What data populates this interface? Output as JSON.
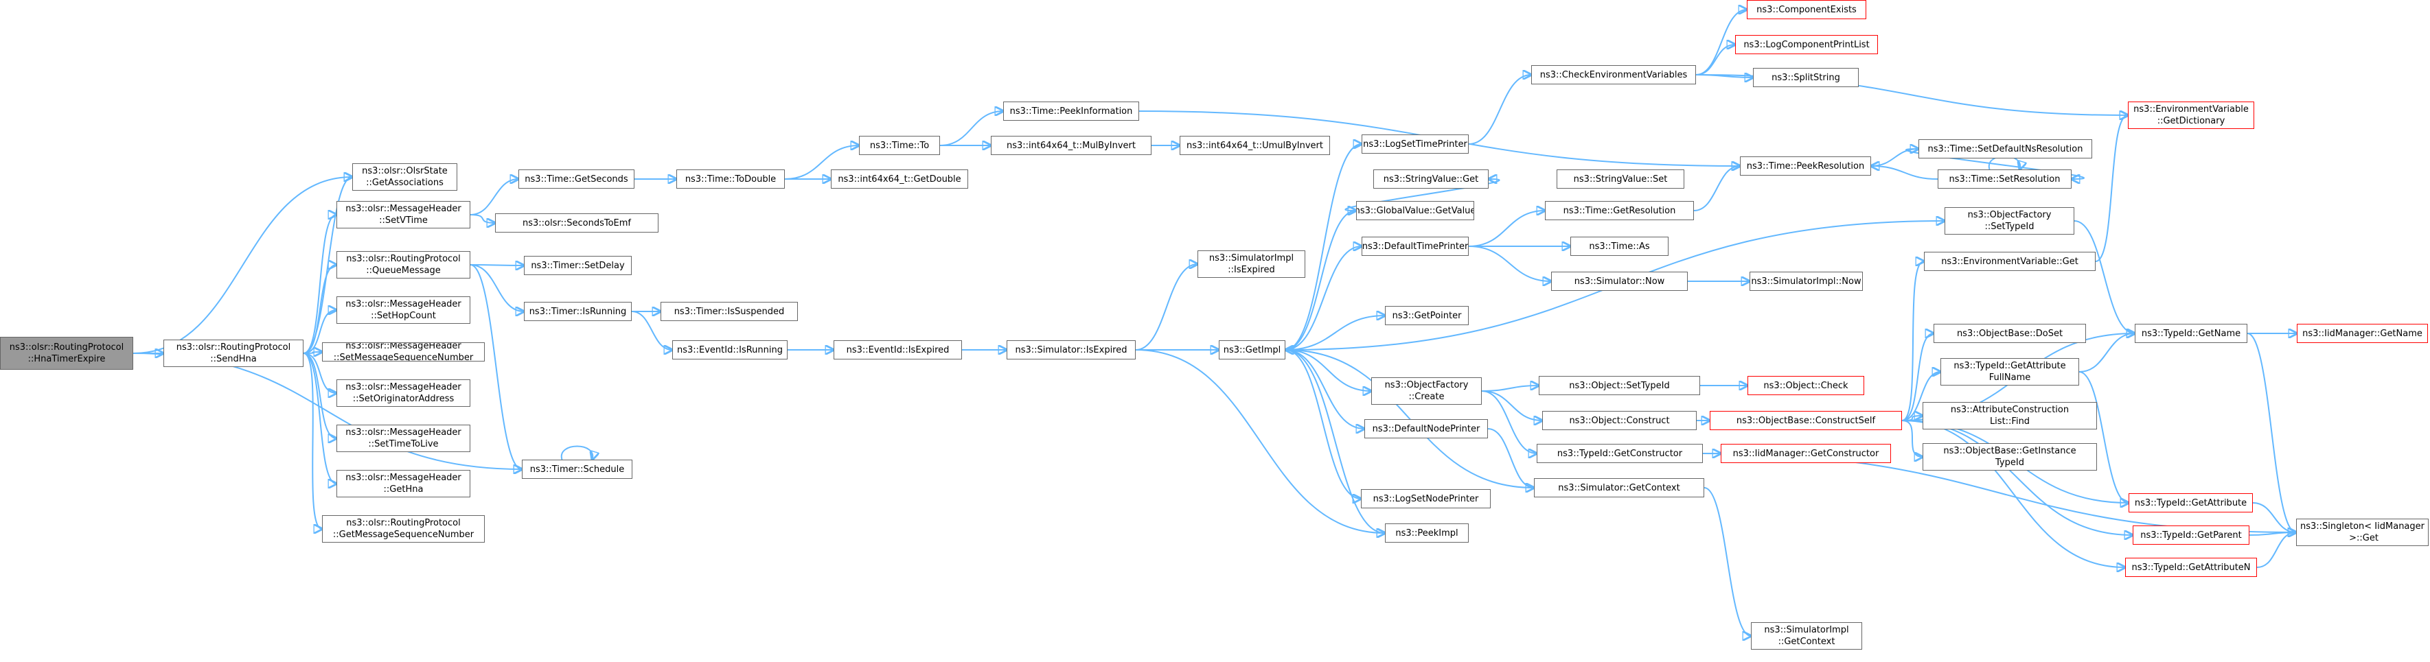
{
  "graph": {
    "edge_color": "#63b8ff",
    "node_border_color": "#666666",
    "truncated_node_border_color": "#ff0000",
    "start_node_fill": "#999999",
    "nodes": [
      {
        "id": "n0",
        "label": "ns3::olsr::RoutingProtocol\n::HnaTimerExpire",
        "style": "start"
      },
      {
        "id": "n1",
        "label": "ns3::olsr::OlsrState\n::GetAssociations"
      },
      {
        "id": "n2",
        "label": "ns3::olsr::RoutingProtocol\n::SendHna"
      },
      {
        "id": "n3",
        "label": "ns3::Timer::Schedule"
      },
      {
        "id": "n4",
        "label": "ns3::olsr::MessageHeader\n::SetVTime"
      },
      {
        "id": "n5",
        "label": "ns3::olsr::RoutingProtocol\n::QueueMessage"
      },
      {
        "id": "n6",
        "label": "ns3::olsr::MessageHeader\n::SetHopCount"
      },
      {
        "id": "n7",
        "label": "ns3::olsr::MessageHeader\n::SetMessageSequenceNumber"
      },
      {
        "id": "n8",
        "label": "ns3::olsr::MessageHeader\n::SetOriginatorAddress"
      },
      {
        "id": "n9",
        "label": "ns3::olsr::MessageHeader\n::SetTimeToLive"
      },
      {
        "id": "n10",
        "label": "ns3::olsr::MessageHeader\n::GetHna"
      },
      {
        "id": "n11",
        "label": "ns3::olsr::RoutingProtocol\n::GetMessageSequenceNumber"
      },
      {
        "id": "n12",
        "label": "ns3::Time::GetSeconds"
      },
      {
        "id": "n13",
        "label": "ns3::olsr::SecondsToEmf"
      },
      {
        "id": "n14",
        "label": "ns3::Timer::SetDelay"
      },
      {
        "id": "n15",
        "label": "ns3::Timer::IsRunning"
      },
      {
        "id": "n16",
        "label": "ns3::Timer::IsSuspended"
      },
      {
        "id": "n17",
        "label": "ns3::EventId::IsRunning"
      },
      {
        "id": "n18",
        "label": "ns3::EventId::IsExpired"
      },
      {
        "id": "n19",
        "label": "ns3::Time::ToDouble"
      },
      {
        "id": "n20",
        "label": "ns3::Time::To"
      },
      {
        "id": "n21",
        "label": "ns3::int64x64_t::GetDouble"
      },
      {
        "id": "n22",
        "label": "ns3::Time::PeekInformation"
      },
      {
        "id": "n23",
        "label": "ns3::int64x64_t::MulByInvert"
      },
      {
        "id": "n24",
        "label": "ns3::int64x64_t::UmulByInvert"
      },
      {
        "id": "n25",
        "label": "ns3::Simulator::IsExpired"
      },
      {
        "id": "n26",
        "label": "ns3::SimulatorImpl\n::IsExpired"
      },
      {
        "id": "n27",
        "label": "ns3::GetImpl"
      },
      {
        "id": "n28",
        "label": "ns3::PeekImpl"
      },
      {
        "id": "n29",
        "label": "ns3::LogSetTimePrinter"
      },
      {
        "id": "n30",
        "label": "ns3::StringValue::Get"
      },
      {
        "id": "n31",
        "label": "ns3::GlobalValue::GetValue"
      },
      {
        "id": "n32",
        "label": "ns3::DefaultTimePrinter"
      },
      {
        "id": "n33",
        "label": "ns3::GetPointer"
      },
      {
        "id": "n34",
        "label": "ns3::ObjectFactory\n::Create"
      },
      {
        "id": "n35",
        "label": "ns3::DefaultNodePrinter"
      },
      {
        "id": "n36",
        "label": "ns3::LogSetNodePrinter"
      },
      {
        "id": "n37",
        "label": "ns3::CheckEnvironmentVariables"
      },
      {
        "id": "n38",
        "label": "ns3::ComponentExists",
        "style": "red"
      },
      {
        "id": "n39",
        "label": "ns3::LogComponentPrintList",
        "style": "red"
      },
      {
        "id": "n40",
        "label": "ns3::SplitString"
      },
      {
        "id": "n41",
        "label": "ns3::EnvironmentVariable\n::GetDictionary",
        "style": "red"
      },
      {
        "id": "n42",
        "label": "ns3::StringValue::Set"
      },
      {
        "id": "n43",
        "label": "ns3::Time::GetResolution"
      },
      {
        "id": "n44",
        "label": "ns3::Time::PeekResolution"
      },
      {
        "id": "n45",
        "label": "ns3::Time::SetDefaultNsResolution"
      },
      {
        "id": "n46",
        "label": "ns3::Time::SetResolution"
      },
      {
        "id": "n47",
        "label": "ns3::Time::As"
      },
      {
        "id": "n48",
        "label": "ns3::Simulator::Now"
      },
      {
        "id": "n49",
        "label": "ns3::SimulatorImpl::Now"
      },
      {
        "id": "n50",
        "label": "ns3::Object::SetTypeId"
      },
      {
        "id": "n51",
        "label": "ns3::Object::Check",
        "style": "red"
      },
      {
        "id": "n52",
        "label": "ns3::Object::Construct"
      },
      {
        "id": "n53",
        "label": "ns3::ObjectBase::ConstructSelf",
        "style": "red"
      },
      {
        "id": "n54",
        "label": "ns3::TypeId::GetConstructor"
      },
      {
        "id": "n55",
        "label": "ns3::IidManager::GetConstructor",
        "style": "red"
      },
      {
        "id": "n56",
        "label": "ns3::Simulator::GetContext"
      },
      {
        "id": "n57",
        "label": "ns3::SimulatorImpl\n::GetContext"
      },
      {
        "id": "n58",
        "label": "ns3::ObjectFactory\n::SetTypeId"
      },
      {
        "id": "n59",
        "label": "ns3::EnvironmentVariable::Get"
      },
      {
        "id": "n60",
        "label": "ns3::ObjectBase::DoSet"
      },
      {
        "id": "n61",
        "label": "ns3::TypeId::GetAttribute\nFullName"
      },
      {
        "id": "n62",
        "label": "ns3::AttributeConstruction\nList::Find"
      },
      {
        "id": "n63",
        "label": "ns3::ObjectBase::GetInstance\nTypeId"
      },
      {
        "id": "n64",
        "label": "ns3::TypeId::GetName"
      },
      {
        "id": "n65",
        "label": "ns3::IidManager::GetName",
        "style": "red"
      },
      {
        "id": "n66",
        "label": "ns3::TypeId::GetAttribute",
        "style": "red"
      },
      {
        "id": "n67",
        "label": "ns3::TypeId::GetParent",
        "style": "red"
      },
      {
        "id": "n68",
        "label": "ns3::TypeId::GetAttributeN",
        "style": "red"
      },
      {
        "id": "n69",
        "label": "ns3::Singleton< IidManager\n >::Get"
      }
    ],
    "edges": [
      [
        "n0",
        "n1"
      ],
      [
        "n0",
        "n2"
      ],
      [
        "n0",
        "n3"
      ],
      [
        "n2",
        "n1"
      ],
      [
        "n2",
        "n4"
      ],
      [
        "n2",
        "n5"
      ],
      [
        "n2",
        "n6"
      ],
      [
        "n2",
        "n7"
      ],
      [
        "n2",
        "n8"
      ],
      [
        "n2",
        "n9"
      ],
      [
        "n2",
        "n10"
      ],
      [
        "n2",
        "n11"
      ],
      [
        "n4",
        "n12"
      ],
      [
        "n4",
        "n13"
      ],
      [
        "n5",
        "n14"
      ],
      [
        "n5",
        "n15"
      ],
      [
        "n5",
        "n3"
      ],
      [
        "n3",
        "n3"
      ],
      [
        "n12",
        "n19"
      ],
      [
        "n19",
        "n20"
      ],
      [
        "n19",
        "n21"
      ],
      [
        "n20",
        "n22"
      ],
      [
        "n20",
        "n23"
      ],
      [
        "n23",
        "n24"
      ],
      [
        "n22",
        "n44"
      ],
      [
        "n15",
        "n16"
      ],
      [
        "n15",
        "n17"
      ],
      [
        "n17",
        "n18"
      ],
      [
        "n18",
        "n25"
      ],
      [
        "n25",
        "n26"
      ],
      [
        "n25",
        "n27"
      ],
      [
        "n25",
        "n28"
      ],
      [
        "n27",
        "n28"
      ],
      [
        "n27",
        "n29"
      ],
      [
        "n27",
        "n31"
      ],
      [
        "n27",
        "n32"
      ],
      [
        "n27",
        "n33"
      ],
      [
        "n27",
        "n34"
      ],
      [
        "n27",
        "n35"
      ],
      [
        "n27",
        "n36"
      ],
      [
        "n27",
        "n58"
      ],
      [
        "n29",
        "n37"
      ],
      [
        "n31",
        "n30"
      ],
      [
        "n32",
        "n43"
      ],
      [
        "n32",
        "n47"
      ],
      [
        "n32",
        "n48"
      ],
      [
        "n37",
        "n38"
      ],
      [
        "n37",
        "n39"
      ],
      [
        "n37",
        "n40"
      ],
      [
        "n37",
        "n41"
      ],
      [
        "n43",
        "n44"
      ],
      [
        "n44",
        "n45"
      ],
      [
        "n45",
        "n46"
      ],
      [
        "n46",
        "n46"
      ],
      [
        "n46",
        "n44"
      ],
      [
        "n48",
        "n49"
      ],
      [
        "n34",
        "n50"
      ],
      [
        "n34",
        "n52"
      ],
      [
        "n34",
        "n54"
      ],
      [
        "n35",
        "n56"
      ],
      [
        "n50",
        "n51"
      ],
      [
        "n52",
        "n53"
      ],
      [
        "n54",
        "n55"
      ],
      [
        "n54",
        "n69"
      ],
      [
        "n56",
        "n27"
      ],
      [
        "n56",
        "n57"
      ],
      [
        "n53",
        "n59"
      ],
      [
        "n53",
        "n60"
      ],
      [
        "n53",
        "n61"
      ],
      [
        "n53",
        "n62"
      ],
      [
        "n53",
        "n63"
      ],
      [
        "n53",
        "n64"
      ],
      [
        "n53",
        "n66"
      ],
      [
        "n53",
        "n67"
      ],
      [
        "n53",
        "n68"
      ],
      [
        "n58",
        "n64"
      ],
      [
        "n59",
        "n41"
      ],
      [
        "n61",
        "n64"
      ],
      [
        "n61",
        "n66"
      ],
      [
        "n64",
        "n65"
      ],
      [
        "n64",
        "n69"
      ],
      [
        "n66",
        "n69"
      ],
      [
        "n67",
        "n69"
      ],
      [
        "n68",
        "n69"
      ]
    ]
  }
}
